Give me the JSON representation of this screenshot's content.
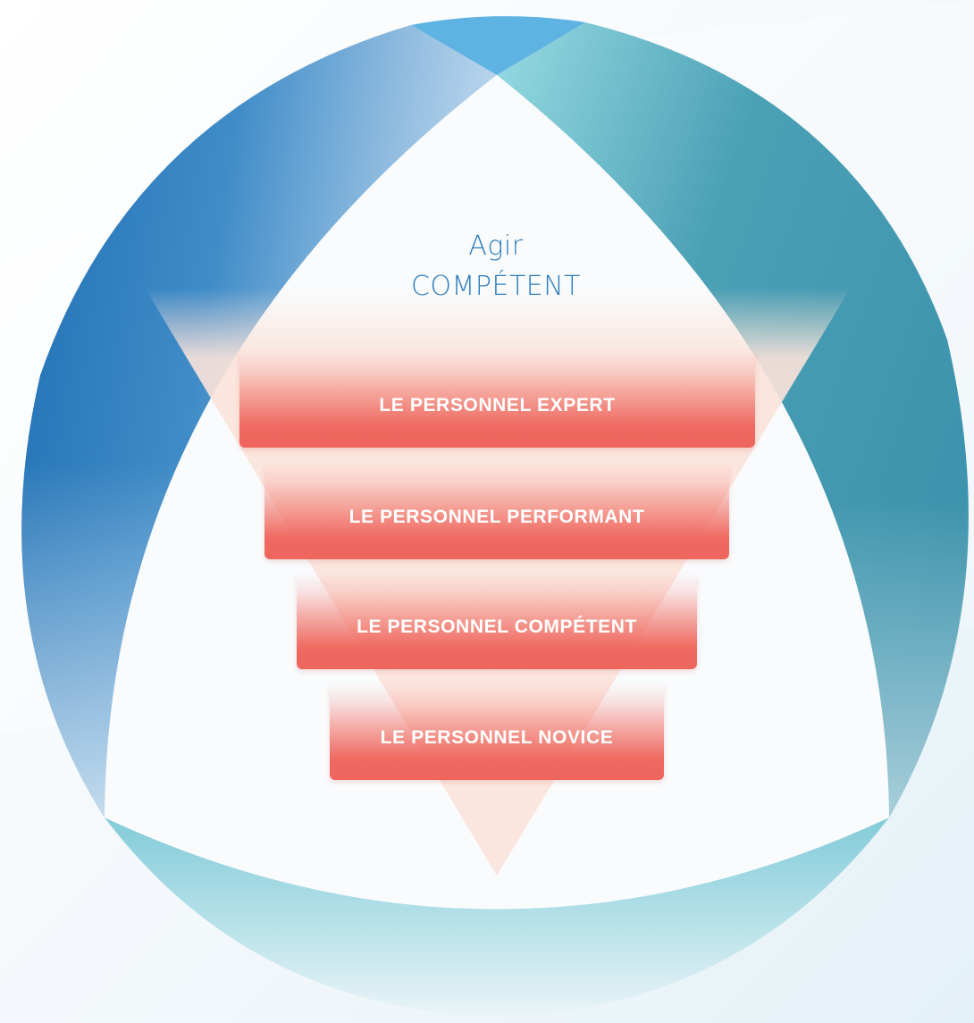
{
  "diagram": {
    "heading": {
      "line1": "Agir",
      "line2": "COMPÉTENT"
    },
    "levels": [
      {
        "prefix": "LE PERSONNEL",
        "name": "EXPERT"
      },
      {
        "prefix": "LE PERSONNEL",
        "name": "PERFORMANT"
      },
      {
        "prefix": "LE PERSONNEL",
        "name": "COMPÉTENT"
      },
      {
        "prefix": "LE PERSONNEL",
        "name": "NOVICE"
      }
    ]
  },
  "colors": {
    "arc_left": "#2676b8",
    "arc_right": "#3f97ae",
    "arc_bottom": "#8fd0dc",
    "bar_red": "#ee655c",
    "heading_blue": "#2f7fbd",
    "funnel_peach": "#fbe4dc"
  }
}
